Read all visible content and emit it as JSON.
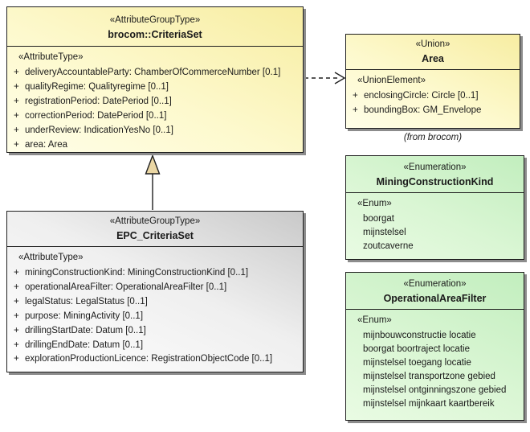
{
  "diagram": {
    "boxes": {
      "criteria_set": {
        "stereotype": "«AttributeGroupType»",
        "name": "brocom::CriteriaSet",
        "section": "«AttributeType»",
        "attributes": [
          {
            "vis": "+",
            "text": "deliveryAccountableParty: ChamberOfCommerceNumber [0.1]"
          },
          {
            "vis": "+",
            "text": "qualityRegime: Qualityregime [0..1]"
          },
          {
            "vis": "+",
            "text": "registrationPeriod: DatePeriod [0..1]"
          },
          {
            "vis": "+",
            "text": "correctionPeriod: DatePeriod [0..1]"
          },
          {
            "vis": "+",
            "text": "underReview: IndicationYesNo [0..1]"
          },
          {
            "vis": "+",
            "text": "area: Area"
          }
        ]
      },
      "epc_criteria_set": {
        "stereotype": "«AttributeGroupType»",
        "name": "EPC_CriteriaSet",
        "section": "«AttributeType»",
        "attributes": [
          {
            "vis": "+",
            "text": "miningConstructionKind: MiningConstructionKind [0..1]"
          },
          {
            "vis": "+",
            "text": "operationalAreaFilter: OperationalAreaFilter [0..1]"
          },
          {
            "vis": "+",
            "text": "legalStatus: LegalStatus [0..1]"
          },
          {
            "vis": "+",
            "text": "purpose: MiningActivity [0..1]"
          },
          {
            "vis": "+",
            "text": "drillingStartDate: Datum [0..1]"
          },
          {
            "vis": "+",
            "text": "drillingEndDate: Datum [0..1]"
          },
          {
            "vis": "+",
            "text": "explorationProductionLicence: RegistrationObjectCode [0..1]"
          }
        ]
      },
      "area": {
        "stereotype": "«Union»",
        "name": "Area",
        "section": "«UnionElement»",
        "attributes": [
          {
            "vis": "+",
            "text": "enclosingCircle: Circle [0..1]"
          },
          {
            "vis": "+",
            "text": "boundingBox: GM_Envelope"
          }
        ],
        "caption": "(from brocom)"
      },
      "mining_construction_kind": {
        "stereotype": "«Enumeration»",
        "name": "MiningConstructionKind",
        "section": "«Enum»",
        "items": [
          "boorgat",
          "mijnstelsel",
          "zoutcaverne"
        ]
      },
      "operational_area_filter": {
        "stereotype": "«Enumeration»",
        "name": "OperationalAreaFilter",
        "section": "«Enum»",
        "items": [
          "mijnbouwconstructie locatie",
          "boorgat boortraject locatie",
          "mijnstelsel toegang locatie",
          "mijnstelsel transportzone gebied",
          "mijnstelsel ontginningszone gebied",
          "mijnstelsel mijnkaart kaartbereik"
        ]
      }
    },
    "relations": [
      {
        "type": "dependency",
        "from": "brocom::CriteriaSet",
        "to": "Area",
        "line": "dashed",
        "arrowhead": "open"
      },
      {
        "type": "generalization",
        "from": "EPC_CriteriaSet",
        "to": "brocom::CriteriaSet",
        "line": "solid",
        "arrowhead": "hollow-triangle"
      }
    ],
    "colors": {
      "yellow_fill": "#F7EDA2",
      "green_fill": "#C2EEBE",
      "gray_fill": "#C9C9C9",
      "border": "#1F1F1F",
      "shadow": "#8C8C8C",
      "triangle_fill": "#EBD7A4",
      "line": "#1F1F1F"
    }
  }
}
